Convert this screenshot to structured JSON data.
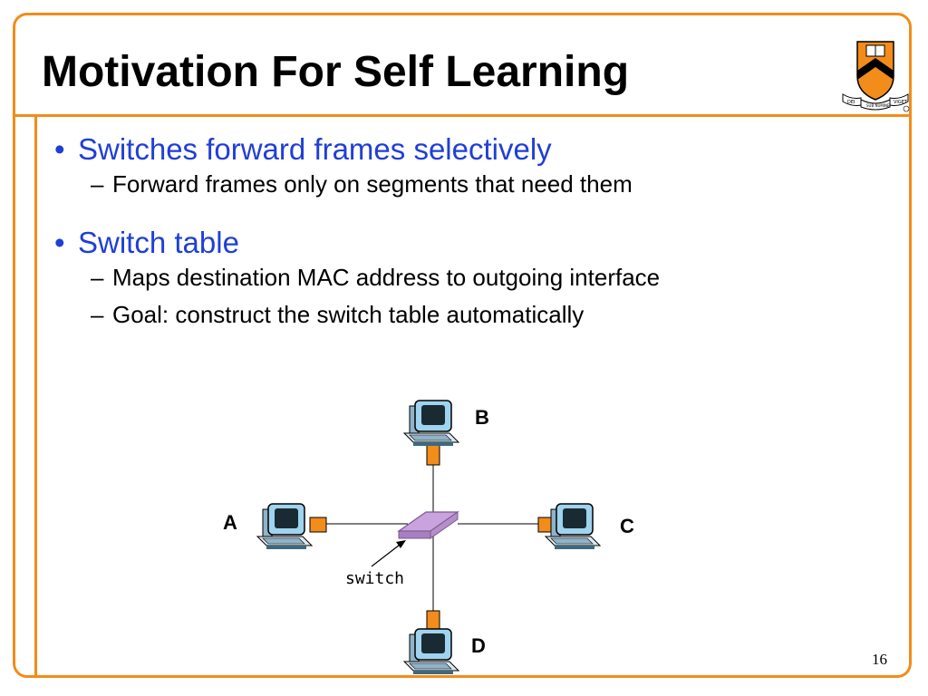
{
  "slide": {
    "title": "Motivation For Self Learning",
    "page_number": "16"
  },
  "bullets": [
    {
      "text": "Switches forward frames selectively",
      "sub": [
        "Forward frames only on segments that need them"
      ]
    },
    {
      "text": "Switch table",
      "sub": [
        "Maps destination MAC address to outgoing interface",
        "Goal: construct the switch table automatically"
      ]
    }
  ],
  "diagram": {
    "hosts": [
      "A",
      "B",
      "C",
      "D"
    ],
    "switch_label": "switch"
  },
  "logo": {
    "motto_left": "DEI",
    "motto_center": "SUB NUMINE",
    "motto_right": "VIGET"
  },
  "colors": {
    "accent": "#f28c1a",
    "bullet_text": "#1f3fd6",
    "switch_fill": "#c9a3dd",
    "port_fill": "#f28c1a"
  }
}
